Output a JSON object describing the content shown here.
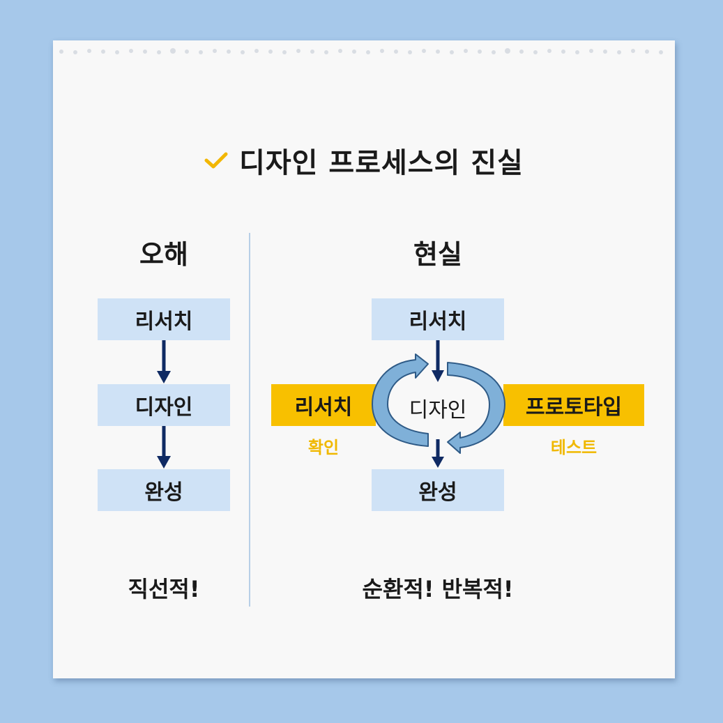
{
  "title": "디자인 프로세스의 진실",
  "colors": {
    "background": "#a6c8ea",
    "paper": "#f8f8f8",
    "box": "#cfe2f6",
    "highlight": "#f8c000",
    "arrow": "#0f2a63",
    "cycle_arrow": "#7fb0d8"
  },
  "icons": {
    "title_icon": "check-icon"
  },
  "left": {
    "heading": "오해",
    "steps": [
      "리서치",
      "디자인",
      "완성"
    ],
    "summary": "직선적!"
  },
  "right": {
    "heading": "현실",
    "top": "리서치",
    "center": "디자인",
    "bottom": "완성",
    "left_box": "리서치",
    "left_label": "확인",
    "right_box": "프로토타입",
    "right_label": "테스트",
    "summary": "순환적! 반복적!"
  }
}
